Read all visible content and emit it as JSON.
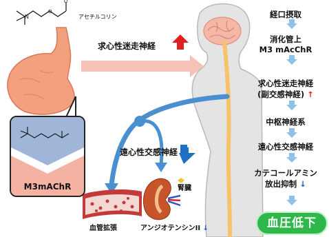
{
  "labels": {
    "acetylcholine": "アセチルコリン",
    "afferent_vagus": "求心性迷走神経",
    "efferent_sympathetic": "遠心性交感神経",
    "kidney": "腎臓",
    "vasodilation": "血管拡張",
    "angiotensin": "アンジオテンシンII",
    "angiotensin_arrow": "↓",
    "receptor": "M3mAChR"
  },
  "flow": {
    "steps": [
      {
        "text": "経口摂取",
        "mark": ""
      },
      {
        "text": "消化管上",
        "mark": ""
      },
      {
        "text": "M3 mAcChR",
        "mark": ""
      },
      {
        "text": "求心性迷走神経",
        "mark": ""
      },
      {
        "text": "(副交感神経)",
        "mark": "↑"
      },
      {
        "text": "中枢神経系",
        "mark": ""
      },
      {
        "text": "遠心性交感神経",
        "mark": ""
      },
      {
        "text": "カテコールアミン",
        "mark": ""
      },
      {
        "text": "放出抑制",
        "mark": "↓"
      }
    ],
    "result": "血圧低下"
  },
  "colors": {
    "arrow_blue": "#6aa9dd",
    "nerve_blue": "#4a8fd0",
    "up_red": "#e0201f",
    "down_blue": "#1f6fc2",
    "stomach": "#f2a07e",
    "pink_arrow": "#f5c2b5",
    "body_gray": "#dcdcdc",
    "brain": "#f4b8a6",
    "spine": "#f6c26a",
    "result_green": "#2eb84a"
  },
  "icons": [
    "acetylcholine-structure-icon",
    "stomach-icon",
    "brain-icon",
    "blood-vessel-icon",
    "kidney-icon",
    "up-arrow-icon",
    "down-arrow-icon"
  ]
}
